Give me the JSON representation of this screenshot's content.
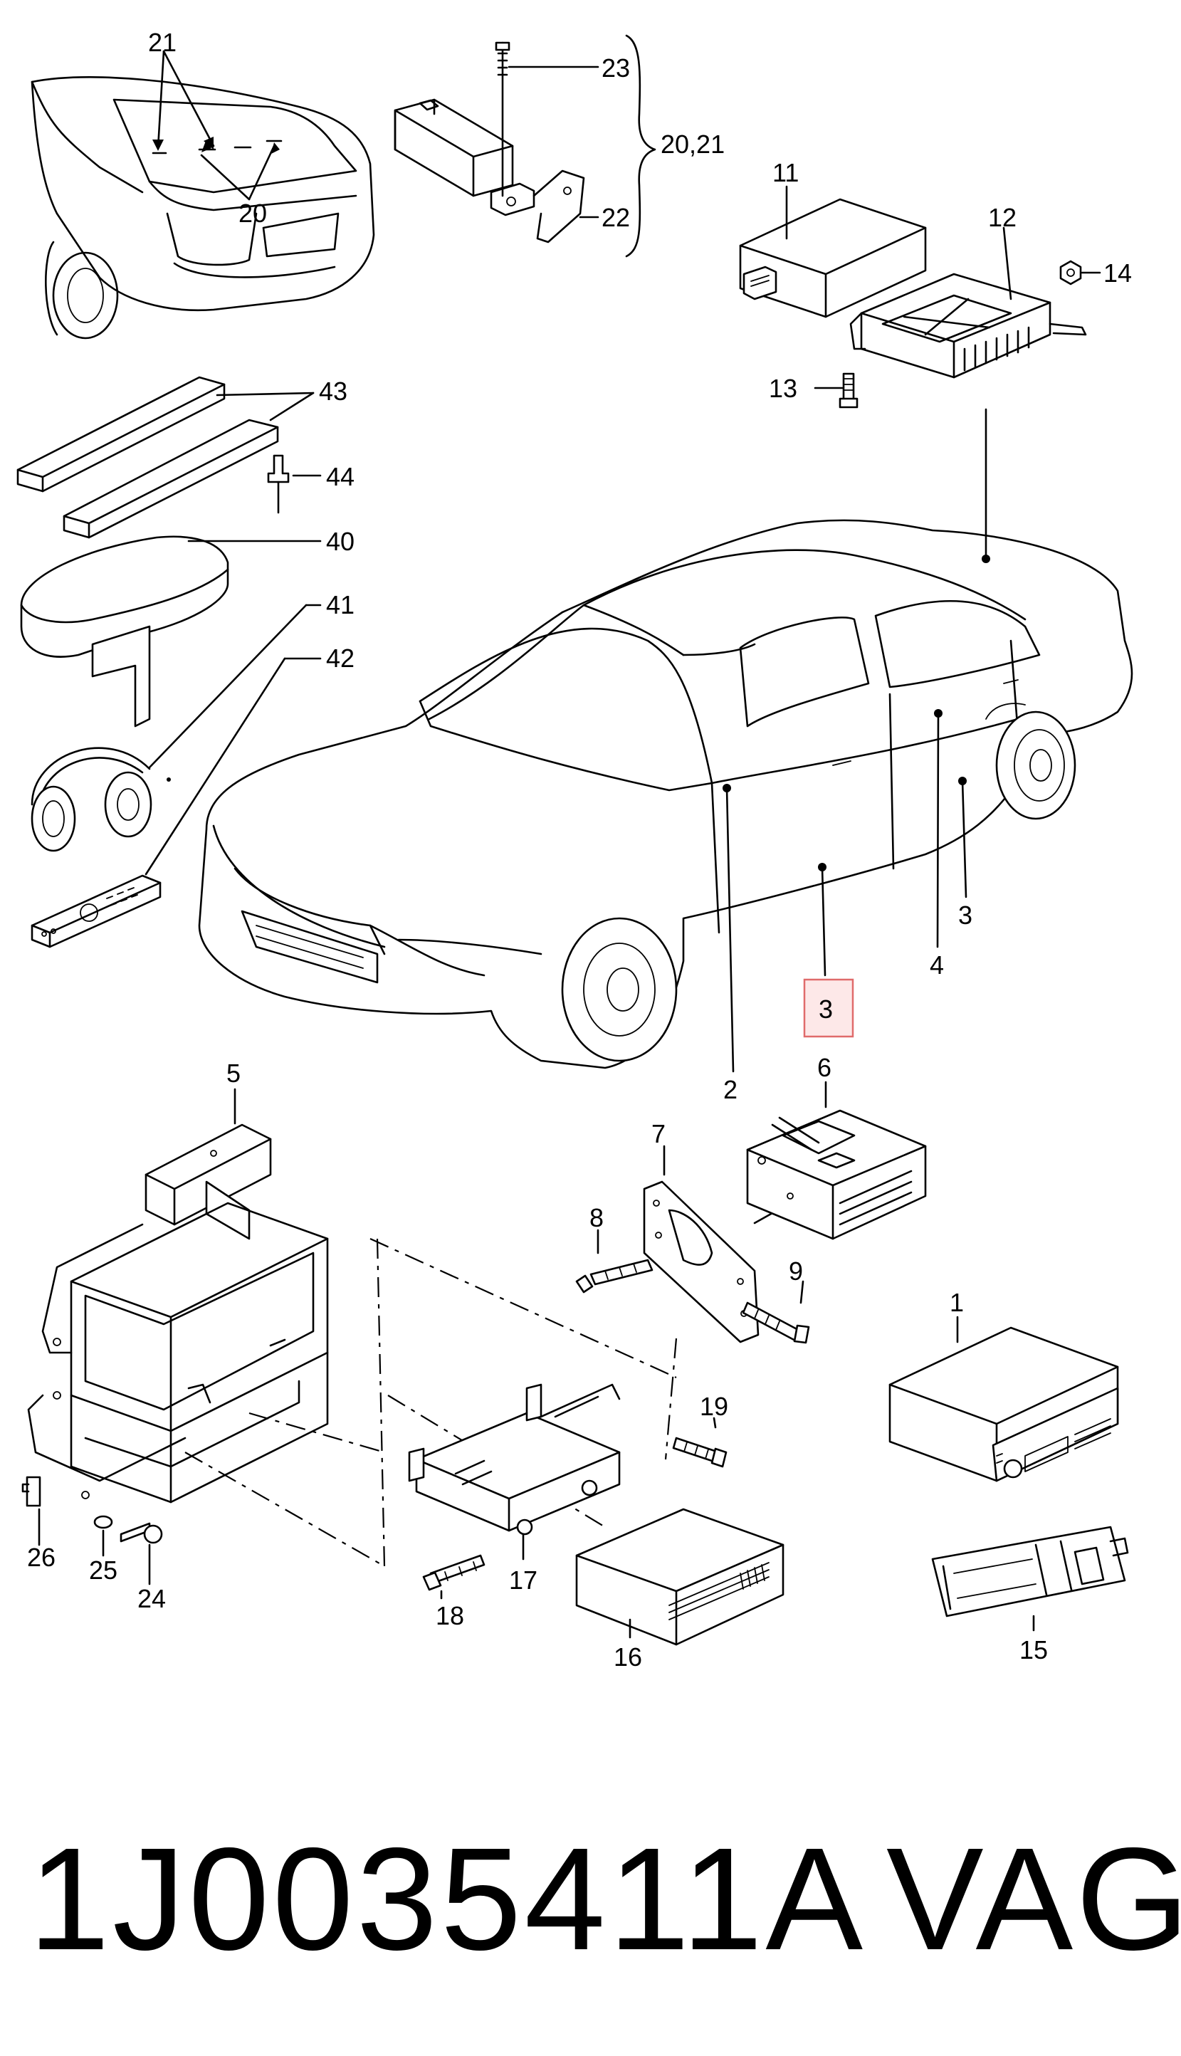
{
  "part_number": "1J0035411A",
  "brand": "VAG",
  "highlight": {
    "callout": "3",
    "color": "#e06b6b",
    "fill": "#fde8e8"
  },
  "callouts": {
    "c1": "1",
    "c2": "2",
    "c3a": "3",
    "c3b": "3",
    "c4": "4",
    "c5": "5",
    "c6": "6",
    "c7": "7",
    "c8": "8",
    "c9": "9",
    "c11": "11",
    "c12": "12",
    "c13": "13",
    "c14": "14",
    "c15": "15",
    "c16": "16",
    "c17": "17",
    "c18": "18",
    "c19": "19",
    "c20": "20",
    "c21": "21",
    "c20_21": "20,21",
    "c22": "22",
    "c23": "23",
    "c24": "24",
    "c25": "25",
    "c26": "26",
    "c40": "40",
    "c41": "41",
    "c42": "42",
    "c43": "43",
    "c44": "44"
  },
  "icons": [
    "car-rear-icon",
    "car-side-icon",
    "headphones-icon",
    "remote-control-icon",
    "radio-unit-icon",
    "amplifier-icon",
    "cd-changer-icon"
  ]
}
